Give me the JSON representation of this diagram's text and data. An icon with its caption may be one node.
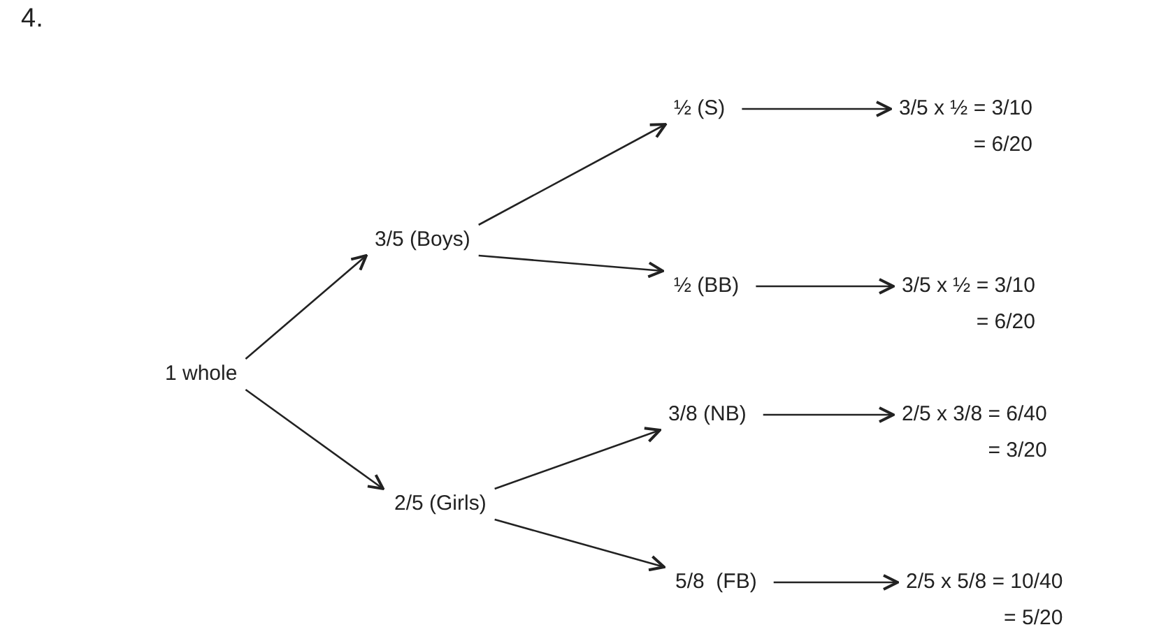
{
  "diagram": {
    "nodes": [
      {
        "text": [
          "1 whole"
        ]
      },
      {
        "text": [
          "3/5 (Boys)"
        ]
      },
      {
        "text": [
          "2/5 (Girls)"
        ]
      },
      {
        "text": [
          "½ (S)"
        ]
      },
      {
        "text": [
          "½ (BB)"
        ]
      },
      {
        "text": [
          "3/8 (NB)"
        ]
      },
      {
        "text": [
          "5/8  (FB)"
        ]
      },
      {
        "text": [
          "3/5 x ½ = 3/10",
          "= 6/20"
        ]
      },
      {
        "text": [
          "3/5 x ½ = 3/10",
          "= 6/20"
        ]
      },
      {
        "text": [
          "2/5 x 3/8 = 6/40",
          "= 3/20"
        ]
      },
      {
        "text": [
          "2/5 x 5/8 = 10/40",
          "= 5/20"
        ]
      }
    ],
    "edges": [
      {
        "from": 0,
        "to": 1,
        "arrow": "to"
      },
      {
        "from": 0,
        "to": 2,
        "arrow": "to"
      },
      {
        "from": 1,
        "to": 3,
        "arrow": "to"
      },
      {
        "from": 1,
        "to": 4,
        "arrow": "to"
      },
      {
        "from": 2,
        "to": 5,
        "arrow": "to"
      },
      {
        "from": 2,
        "to": 6,
        "arrow": "to"
      },
      {
        "from": 3,
        "to": 7,
        "arrow": "to"
      },
      {
        "from": 4,
        "to": 8,
        "arrow": "to"
      },
      {
        "from": 5,
        "to": 9,
        "arrow": "to"
      },
      {
        "from": 6,
        "to": 10,
        "arrow": "to"
      }
    ],
    "labels": [
      "4."
    ]
  }
}
